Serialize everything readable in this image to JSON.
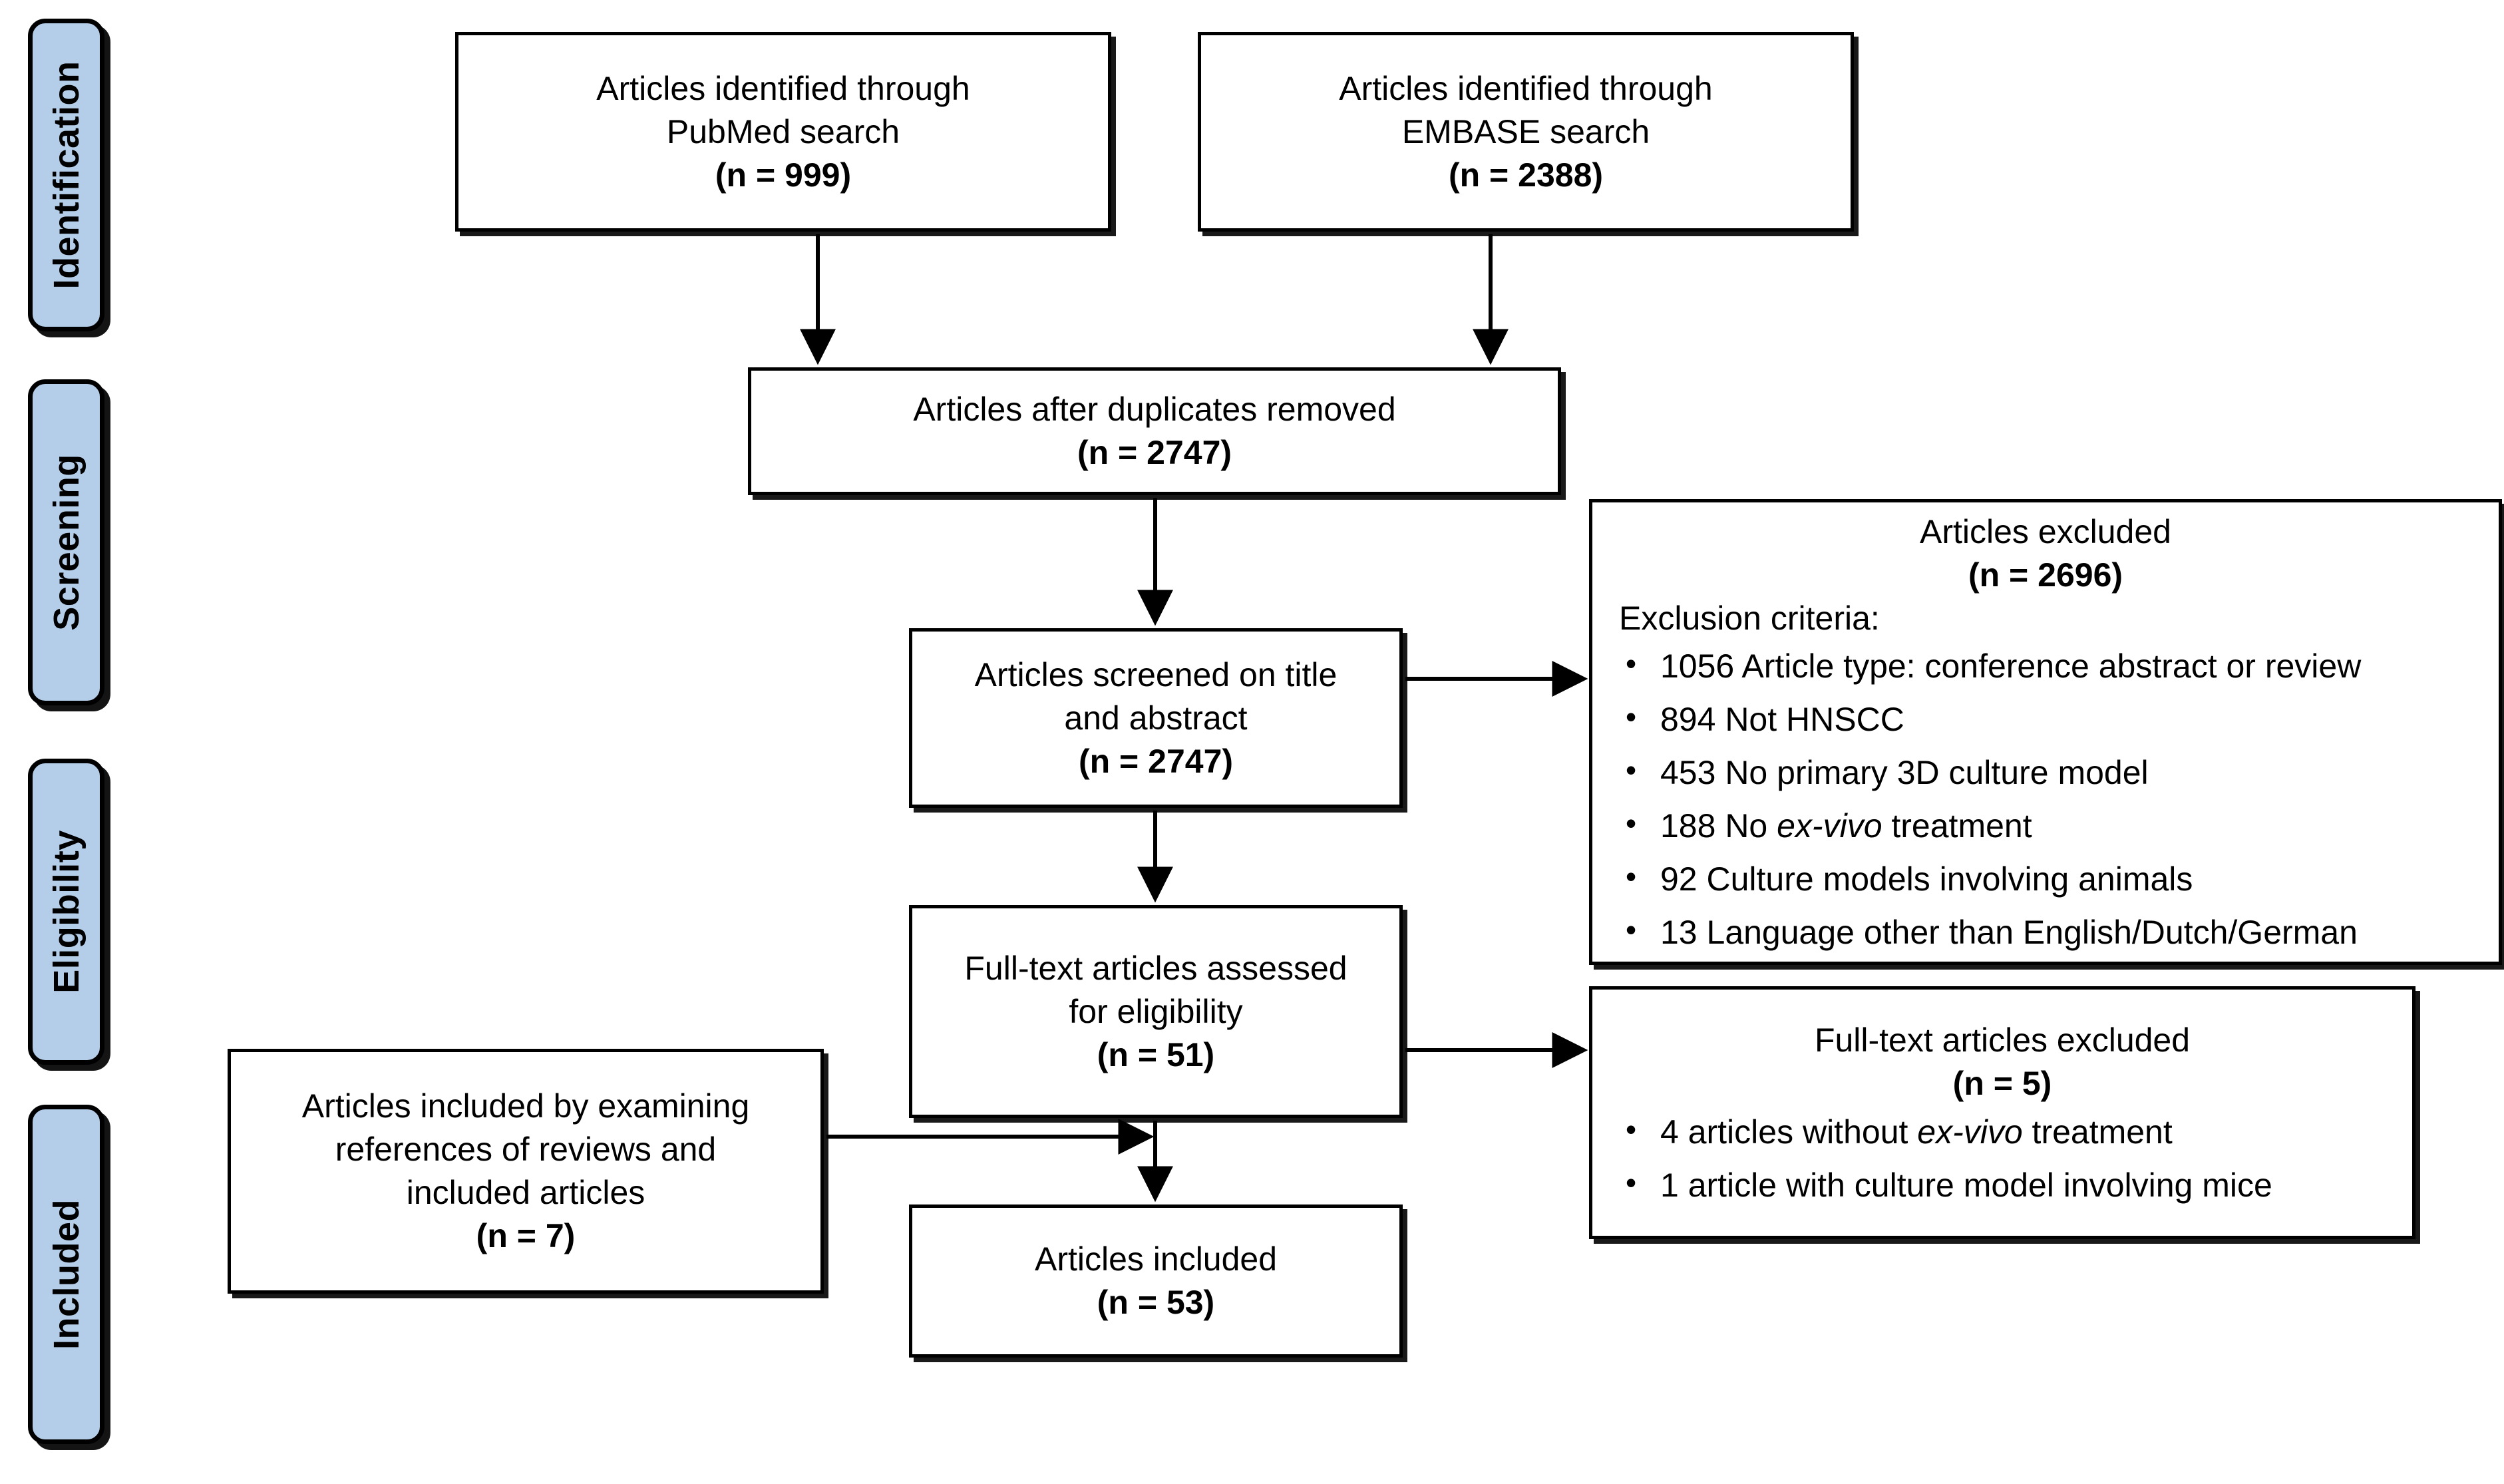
{
  "diagram": {
    "type": "PRISMA flow diagram",
    "colors": {
      "stage_fill": "#b4cde8",
      "stage_border": "#000000",
      "box_fill": "#ffffff",
      "box_border": "#000000",
      "connector": "#000000"
    },
    "stages": [
      {
        "id": "identification",
        "label": "Identification"
      },
      {
        "id": "screening",
        "label": "Screening"
      },
      {
        "id": "eligibility",
        "label": "Eligibility"
      },
      {
        "id": "included",
        "label": "Included"
      }
    ],
    "boxes": {
      "pubmed": {
        "line1": "Articles identified through",
        "line2": "PubMed search",
        "count": "(n =  999)"
      },
      "embase": {
        "line1": "Articles identified through",
        "line2": "EMBASE search",
        "count": "(n = 2388)"
      },
      "duplicates": {
        "line1": "Articles after duplicates removed",
        "count": "(n = 2747)"
      },
      "screened": {
        "line1": "Articles screened on title",
        "line2": "and abstract",
        "count": "(n = 2747)"
      },
      "fulltext_assessed": {
        "line1": "Full-text articles assessed",
        "line2": "for eligibility",
        "count": "(n = 51)"
      },
      "references_included": {
        "line1": "Articles included by examining",
        "line2": "references of reviews and",
        "line3": "included articles",
        "count": "(n = 7)"
      },
      "final_included": {
        "line1": "Articles included",
        "count": "(n = 53)"
      },
      "excluded_screening": {
        "title": "Articles excluded",
        "count": "(n =  2696)",
        "subheading": "Exclusion criteria:",
        "criteria": [
          {
            "pre": "1056 Article type: conference abstract or review",
            "italic": "",
            "post": ""
          },
          {
            "pre": "894 Not HNSCC",
            "italic": "",
            "post": ""
          },
          {
            "pre": "453 No primary 3D culture model",
            "italic": "",
            "post": ""
          },
          {
            "pre": "188 No ",
            "italic": "ex-vivo",
            "post": " treatment"
          },
          {
            "pre": "92 Culture models involving animals",
            "italic": "",
            "post": ""
          },
          {
            "pre": "13 Language other than English/Dutch/German",
            "italic": "",
            "post": ""
          }
        ]
      },
      "excluded_fulltext": {
        "title": "Full-text articles excluded",
        "count": "(n = 5)",
        "criteria": [
          {
            "pre": "4 articles without ",
            "italic": "ex-vivo",
            "post": " treatment"
          },
          {
            "pre": "1 article with culture model involving mice",
            "italic": "",
            "post": ""
          }
        ]
      }
    }
  }
}
